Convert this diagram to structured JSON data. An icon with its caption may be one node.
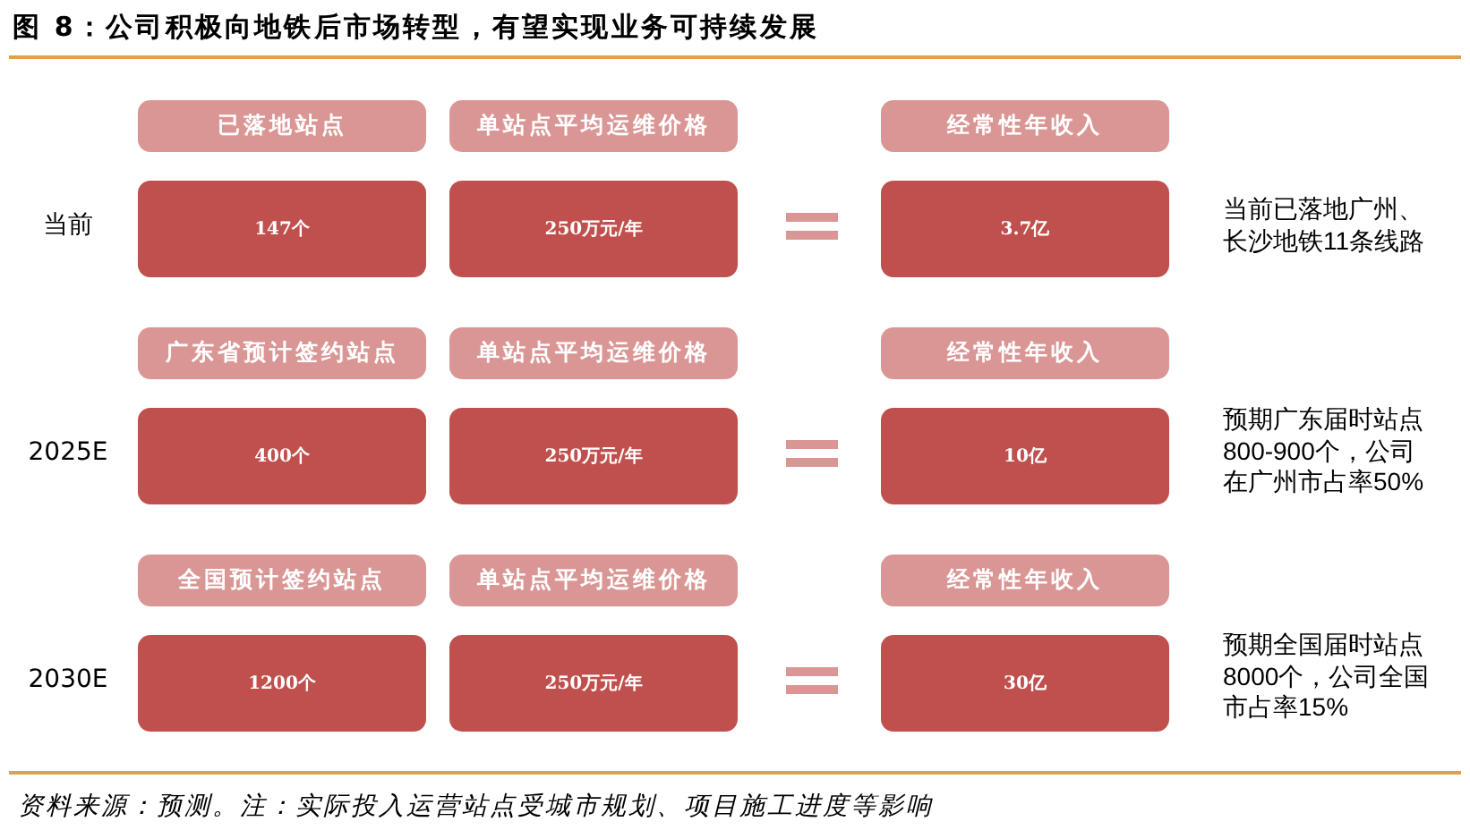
{
  "diagram": {
    "title": "图 8：公司积极向地铁后市场转型，有望实现业务可持续发展",
    "nodes": [
      {
        "text": [
          "已落地站点"
        ]
      },
      {
        "text": [
          "单站点平均运维价格"
        ]
      },
      {
        "text": [
          "经常性年收入"
        ]
      },
      {
        "text": [
          "147个"
        ]
      },
      {
        "text": [
          "250万元/年"
        ]
      },
      {
        "text": [
          "3.7亿"
        ]
      },
      {
        "text": [
          "广东省预计签约站点"
        ]
      },
      {
        "text": [
          "单站点平均运维价格"
        ]
      },
      {
        "text": [
          "经常性年收入"
        ]
      },
      {
        "text": [
          "400个"
        ]
      },
      {
        "text": [
          "250万元/年"
        ]
      },
      {
        "text": [
          "10亿"
        ]
      },
      {
        "text": [
          "全国预计签约站点"
        ]
      },
      {
        "text": [
          "单站点平均运维价格"
        ]
      },
      {
        "text": [
          "经常性年收入"
        ]
      },
      {
        "text": [
          "1200个"
        ]
      },
      {
        "text": [
          "250万元/年"
        ]
      },
      {
        "text": [
          "30亿"
        ]
      }
    ],
    "labels": [
      "当前",
      "当前已落地广州、长沙地铁11条线路",
      "2025E",
      "预期广东届时站点800-900个，公司在广州市占率50%",
      "2030E",
      "预期全国届时站点8000个，公司全国市占率15%"
    ],
    "caption": "资料来源：预测。注：实际投入运营站点受城市规划、项目施工进度等影响"
  }
}
